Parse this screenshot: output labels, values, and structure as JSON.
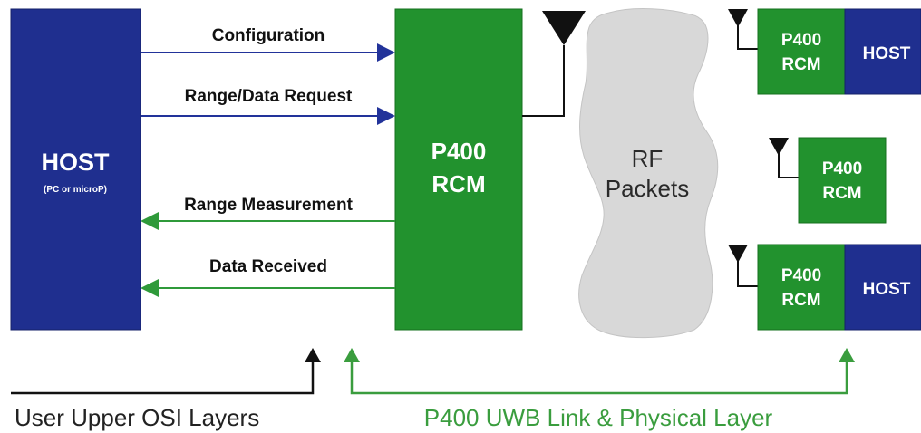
{
  "host_main": {
    "title": "HOST",
    "subtitle": "(PC or microP)"
  },
  "rcm_main": {
    "line1": "P400",
    "line2": "RCM"
  },
  "arrows": {
    "configuration": "Configuration",
    "range_data_request": "Range/Data Request",
    "range_measurement": "Range Measurement",
    "data_received": "Data Received"
  },
  "rf_cloud": {
    "line1": "RF",
    "line2": "Packets"
  },
  "remote_nodes": [
    {
      "rcm_line1": "P400",
      "rcm_line2": "RCM",
      "host": "HOST"
    },
    {
      "rcm_line1": "P400",
      "rcm_line2": "RCM"
    },
    {
      "rcm_line1": "P400",
      "rcm_line2": "RCM",
      "host": "HOST"
    }
  ],
  "layers": {
    "user": "User Upper OSI Layers",
    "uwb": "P400 UWB Link & Physical Layer"
  },
  "colors": {
    "host_blue": "#1f2f8f",
    "rcm_green": "#22922e",
    "arrow_blue": "#22339a",
    "arrow_green": "#2f9a3a",
    "layer_green": "#3a9d3e",
    "cloud_gray": "#d8d8d8"
  }
}
